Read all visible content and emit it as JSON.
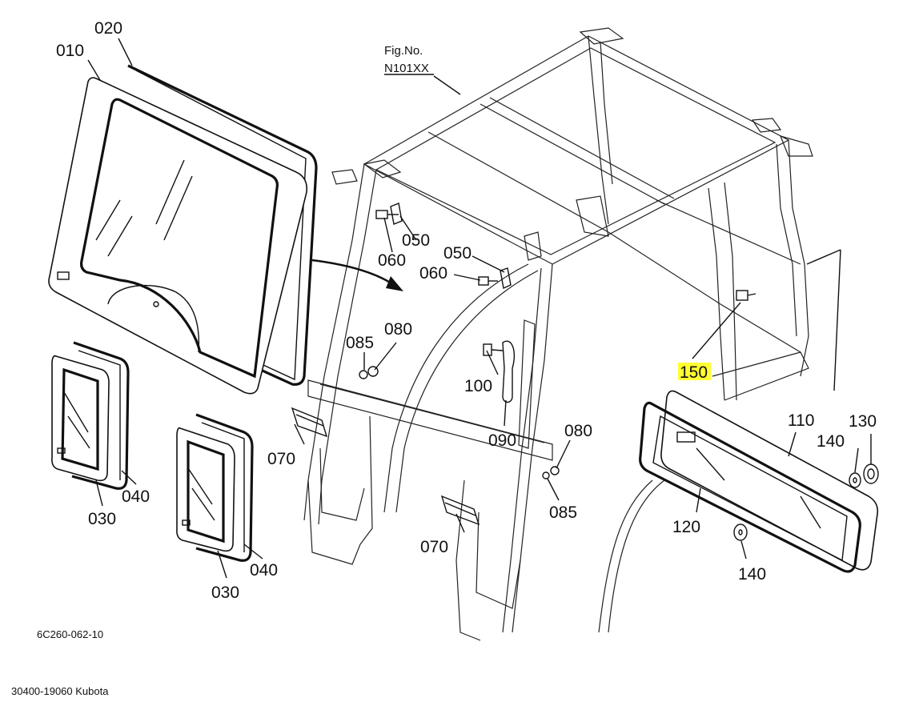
{
  "figure": {
    "fig_label": "Fig.No.",
    "fig_number": "N101XX",
    "drawing_code": "6C260-062-10",
    "footer_caption": "30400-19060 Kubota"
  },
  "callouts": {
    "c010": "010",
    "c020": "020",
    "c030a": "030",
    "c030b": "030",
    "c040a": "040",
    "c040b": "040",
    "c050a": "050",
    "c050b": "050",
    "c060a": "060",
    "c060b": "060",
    "c070a": "070",
    "c070b": "070",
    "c080a": "080",
    "c080b": "080",
    "c085a": "085",
    "c085b": "085",
    "c090": "090",
    "c100": "100",
    "c110": "110",
    "c120": "120",
    "c130": "130",
    "c140a": "140",
    "c140b": "140",
    "c150": "150"
  },
  "highlighted_part": "150",
  "colors": {
    "highlight": "#ffff33",
    "ink": "#111111"
  }
}
